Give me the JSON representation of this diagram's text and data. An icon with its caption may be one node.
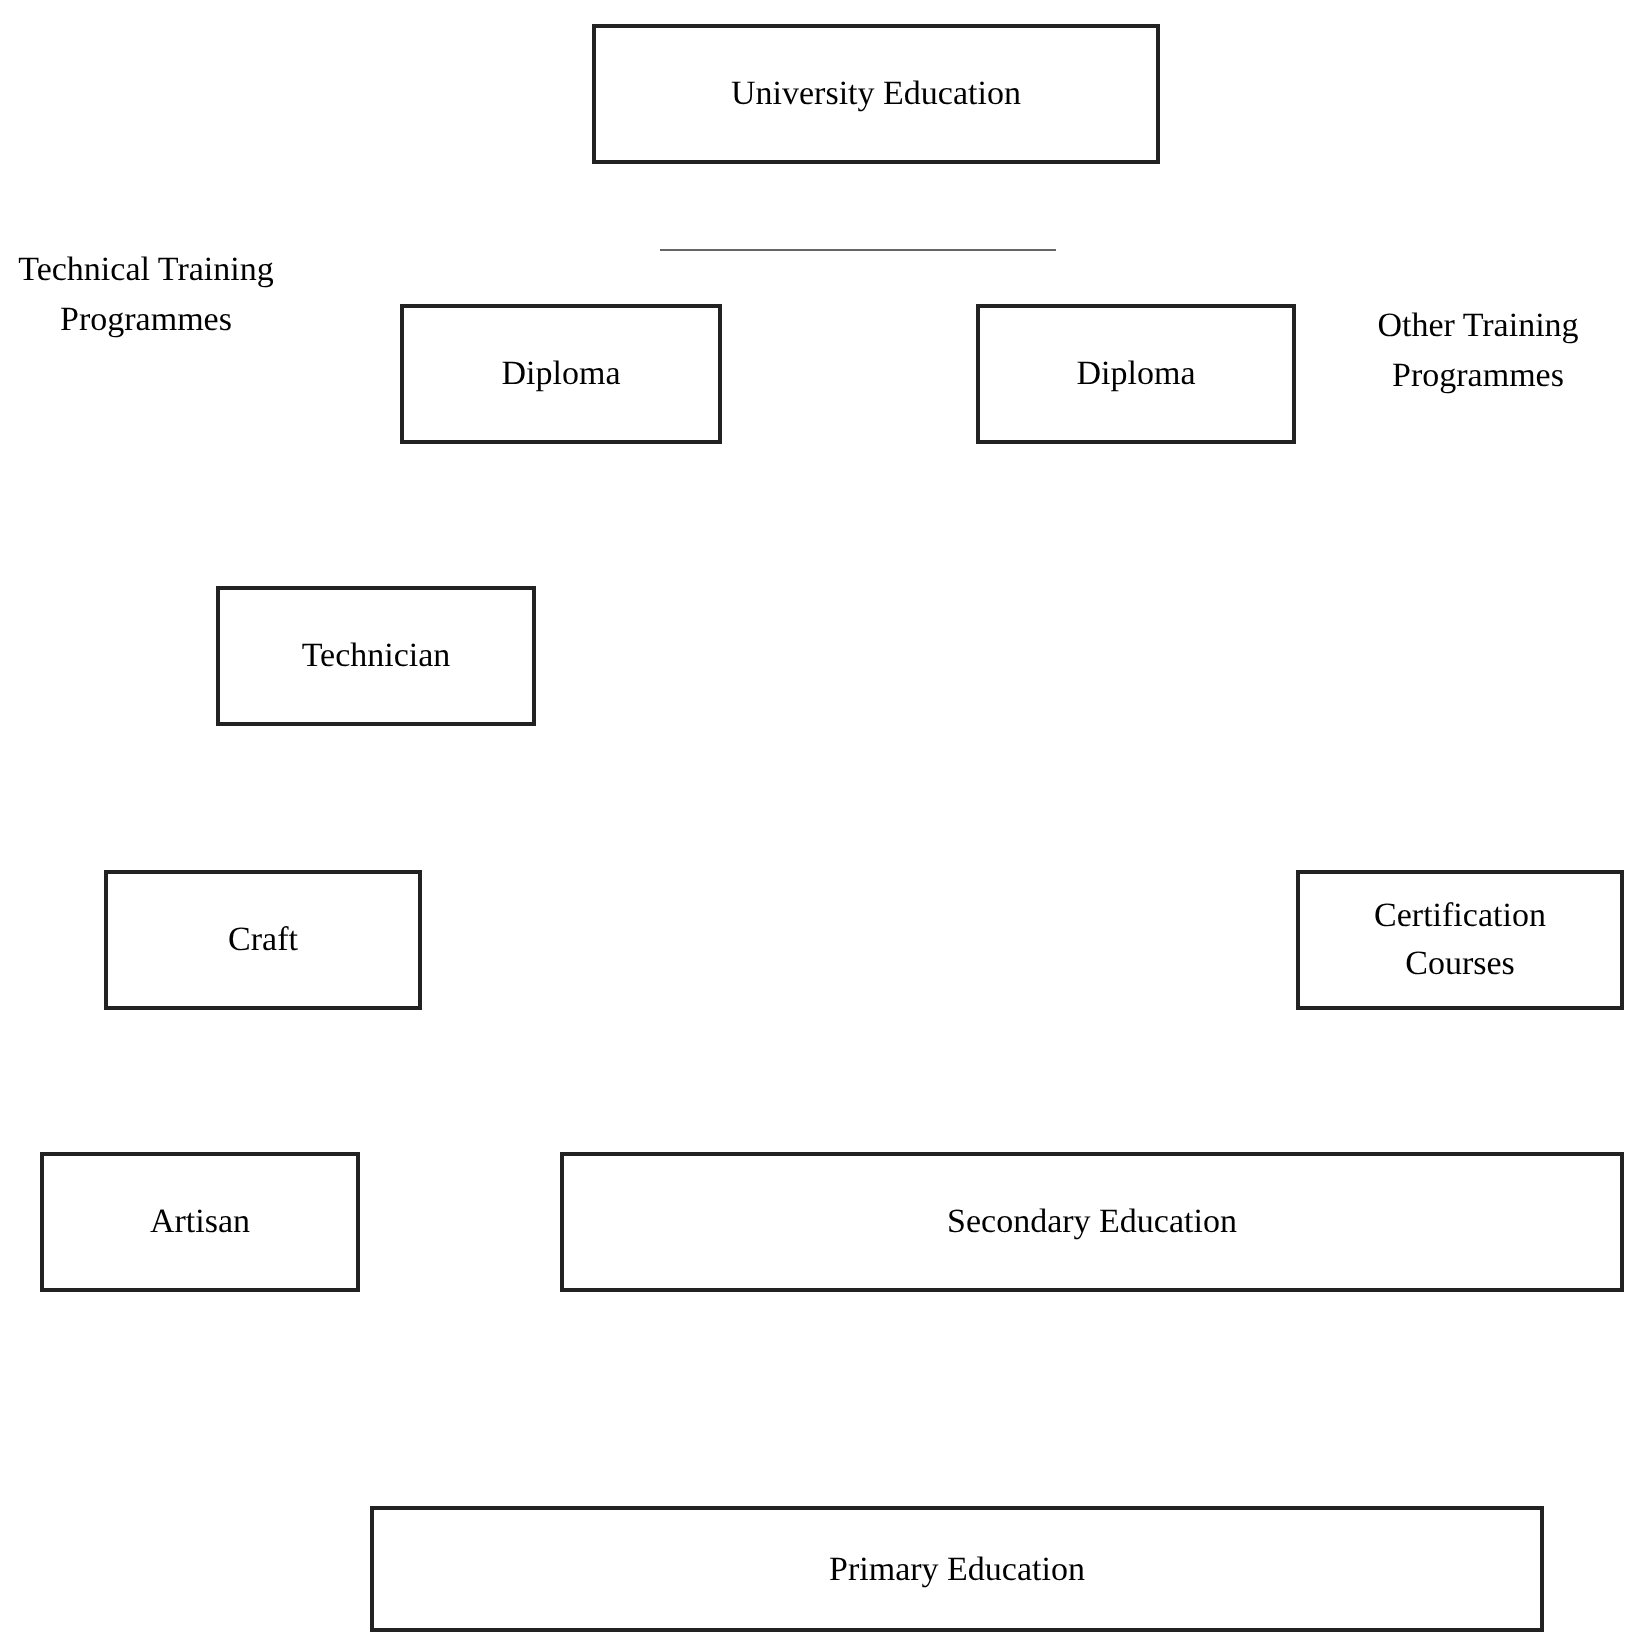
{
  "diagram": {
    "nodes": [
      {
        "text": [
          "University Education"
        ]
      },
      {
        "text": [
          "Diploma"
        ]
      },
      {
        "text": [
          "Diploma"
        ]
      },
      {
        "text": [
          "Technician"
        ]
      },
      {
        "text": [
          "Craft"
        ]
      },
      {
        "text": [
          "Certification Courses"
        ]
      },
      {
        "text": [
          "Artisan"
        ]
      },
      {
        "text": [
          "Secondary Education"
        ]
      },
      {
        "text": [
          "Primary Education"
        ]
      }
    ],
    "labels": [
      "Technical Training Programmes",
      "Other Training Programmes"
    ]
  }
}
